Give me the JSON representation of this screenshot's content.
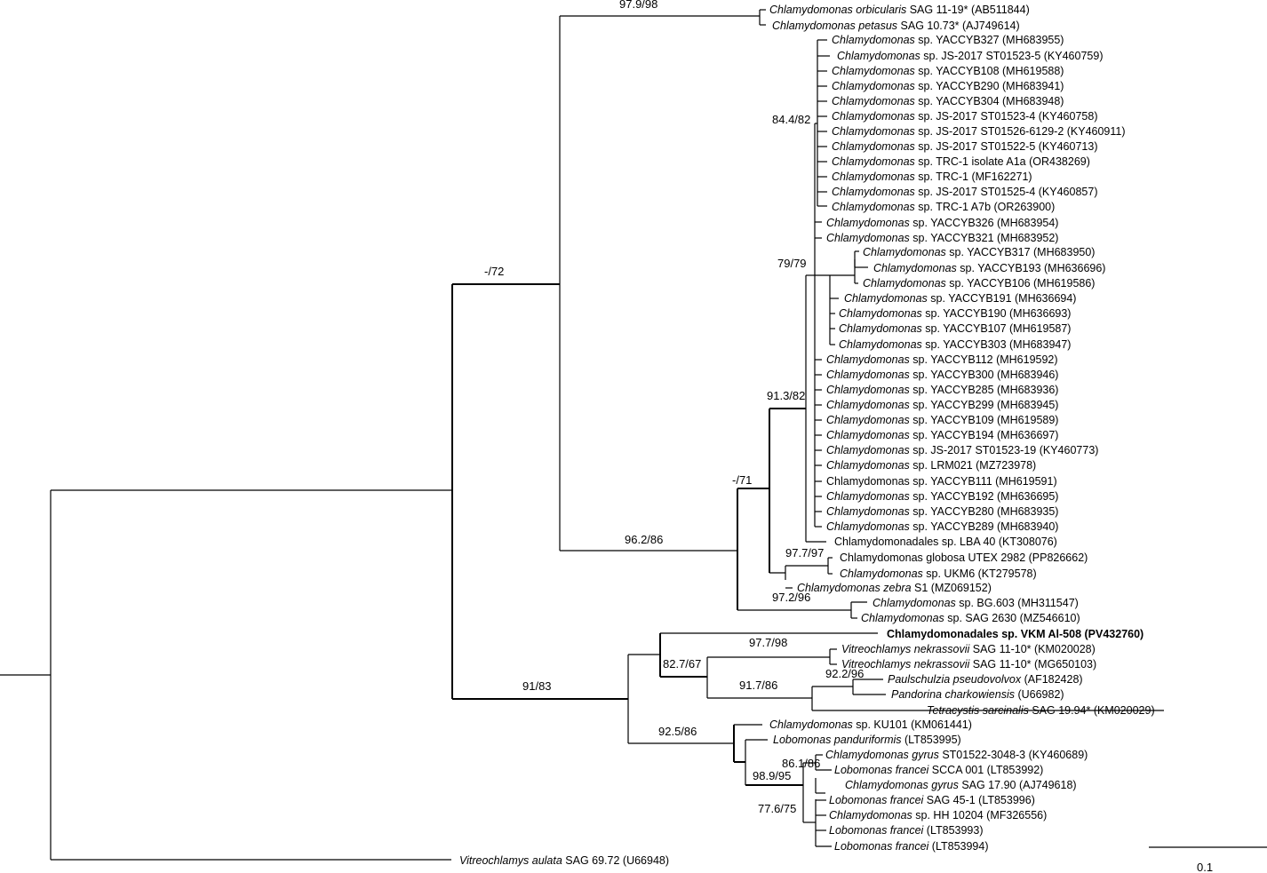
{
  "taxa": [
    {
      "sp": "Chlamydomonas orbicularis",
      "rest": " SAG 11-19* (AB511844)"
    },
    {
      "sp": "Chlamydomonas petasus",
      "rest": " SAG 10.73* (AJ749614)"
    },
    {
      "sp": "Chlamydomonas",
      "rest": " sp. YACCYB327 (MH683955)"
    },
    {
      "sp": "Chlamydomonas",
      "rest": " sp. JS-2017 ST01523-5 (KY460759)"
    },
    {
      "sp": "Chlamydomonas",
      "rest": " sp. YACCYB108 (MH619588)"
    },
    {
      "sp": "Chlamydomonas",
      "rest": " sp. YACCYB290 (MH683941)"
    },
    {
      "sp": "Chlamydomonas",
      "rest": " sp. YACCYB304 (MH683948)"
    },
    {
      "sp": "Chlamydomonas",
      "rest": " sp. JS-2017 ST01523-4 (KY460758)"
    },
    {
      "sp": "Chlamydomonas",
      "rest": " sp. JS-2017 ST01526-6129-2 (KY460911)"
    },
    {
      "sp": "Chlamydomonas",
      "rest": " sp. JS-2017 ST01522-5 (KY460713)"
    },
    {
      "sp": "Chlamydomonas",
      "rest": " sp. TRC-1 isolate A1a (OR438269)"
    },
    {
      "sp": "Chlamydomonas",
      "rest": " sp. TRC-1 (MF162271)"
    },
    {
      "sp": "Chlamydomonas",
      "rest": " sp. JS-2017 ST01525-4 (KY460857)"
    },
    {
      "sp": "Chlamydomonas",
      "rest": " sp. TRC-1 A7b (OR263900)"
    },
    {
      "sp": "Chlamydomonas",
      "rest": " sp. YACCYB326 (MH683954)"
    },
    {
      "sp": "Chlamydomonas",
      "rest": " sp. YACCYB321 (MH683952)"
    },
    {
      "sp": "Chlamydomonas",
      "rest": " sp. YACCYB317 (MH683950)"
    },
    {
      "sp": "Chlamydomonas",
      "rest": " sp. YACCYB193 (MH636696)"
    },
    {
      "sp": "Chlamydomonas",
      "rest": " sp. YACCYB106 (MH619586)"
    },
    {
      "sp": "Chlamydomonas",
      "rest": " sp. YACCYB191 (MH636694)"
    },
    {
      "sp": "Chlamydomonas",
      "rest": " sp. YACCYB190 (MH636693)"
    },
    {
      "sp": "Chlamydomonas",
      "rest": " sp. YACCYB107 (MH619587)"
    },
    {
      "sp": "Chlamydomonas",
      "rest": " sp. YACCYB303 (MH683947)"
    },
    {
      "sp": "Chlamydomonas",
      "rest": " sp. YACCYB112 (MH619592)"
    },
    {
      "sp": "Chlamydomonas",
      "rest": " sp. YACCYB300 (MH683946)"
    },
    {
      "sp": "Chlamydomonas",
      "rest": " sp. YACCYB285 (MH683936)"
    },
    {
      "sp": "Chlamydomonas",
      "rest": " sp. YACCYB299 (MH683945)"
    },
    {
      "sp": "Chlamydomonas",
      "rest": " sp. YACCYB109 (MH619589)"
    },
    {
      "sp": "Chlamydomonas",
      "rest": " sp. YACCYB194 (MH636697)"
    },
    {
      "sp": "Chlamydomonas",
      "rest": " sp. JS-2017 ST01523-19 (KY460773)"
    },
    {
      "sp": "Chlamydomonas",
      "rest": " sp. LRM021 (MZ723978)"
    },
    {
      "sp": "",
      "rest": "Chlamydomonas sp. YACCYB111 (MH619591)"
    },
    {
      "sp": "Chlamydomonas",
      "rest": " sp. YACCYB192 (MH636695)"
    },
    {
      "sp": "Chlamydomonas",
      "rest": " sp. YACCYB280 (MH683935)"
    },
    {
      "sp": "Chlamydomonas",
      "rest": " sp. YACCYB289 (MH683940)"
    },
    {
      "sp": "",
      "rest": "Chlamydomonadales sp. LBA 40 (KT308076)"
    },
    {
      "sp": "",
      "rest": "Chlamydomonas globosa UTEX 2982 (PP826662)"
    },
    {
      "sp": "Chlamydomonas",
      "rest": " sp. UKM6 (KT279578)"
    },
    {
      "sp": "Chlamydomonas zebra",
      "rest": " S1 (MZ069152)"
    },
    {
      "sp": "Chlamydomonas",
      "rest": " sp. BG.603 (MH311547)"
    },
    {
      "sp": "Chlamydomonas",
      "rest": " sp. SAG 2630 (MZ546610)"
    },
    {
      "sp": "",
      "rest": "Chlamydomonadales sp. VKM Al-508 (PV432760)"
    },
    {
      "sp": "Vitreochlamys nekrassovii",
      "rest": " SAG 11-10* (KM020028)"
    },
    {
      "sp": "Vitreochlamys nekrassovii",
      "rest": " SAG 11-10* (MG650103)"
    },
    {
      "sp": "Paulschulzia pseudovolvox",
      "rest": " (AF182428)"
    },
    {
      "sp": "Pandorina charkowiensis",
      "rest": " (U66982)"
    },
    {
      "sp": "Tetracystis sarcinalis",
      "rest": " SAG 19.94* (KM020029)"
    },
    {
      "sp": "Chlamydomonas",
      "rest": " sp. KU101 (KM061441)"
    },
    {
      "sp": "Lobomonas panduriformis",
      "rest": " (LT853995)"
    },
    {
      "sp": "Chlamydomonas gyrus",
      "rest": " ST01522-3048-3 (KY460689)"
    },
    {
      "sp": "Lobomonas francei",
      "rest": " SCCA 001 (LT853992)"
    },
    {
      "sp": "Chlamydomonas gyrus",
      "rest": " SAG 17.90 (AJ749618)"
    },
    {
      "sp": "Lobomonas francei",
      "rest": " SAG 45-1 (LT853996)"
    },
    {
      "sp": "Chlamydomonas",
      "rest": " sp. HH 10204 (MF326556)"
    },
    {
      "sp": "Lobomonas francei",
      "rest": " (LT853993)"
    },
    {
      "sp": "Lobomonas francei",
      "rest": " (LT853994)"
    },
    {
      "sp": "Vitreochlamys aulata",
      "rest": " SAG 69.72 (U66948)"
    }
  ],
  "support": [
    "97.9/98",
    "84.4/82",
    "79/79",
    "-/72",
    "91.3/82",
    "-/71",
    "96.2/86",
    "97.7/97",
    "97.2/96",
    "97.7/98",
    "82.7/67",
    "92.2/96",
    "91.7/86",
    "91/83",
    "92.5/86",
    "86.1/86",
    "98.9/95",
    "77.6/75"
  ],
  "scale_bar": {
    "label": "0.1"
  }
}
